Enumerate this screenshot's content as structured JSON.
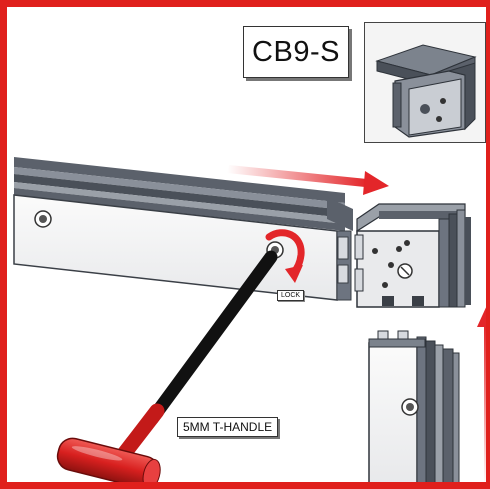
{
  "labels": {
    "model": "CB9-S",
    "lock": "LOCK",
    "tool": "5MM T-HANDLE"
  },
  "colors": {
    "frame_border": "#e0201c",
    "arrow": "#e3262a",
    "profile_dark": "#4a5059",
    "profile_mid": "#6d7480",
    "profile_light": "#c9cdd3",
    "handle_red": "#d8201f",
    "rod_black": "#111111"
  },
  "icons": {
    "arrow": "red-motion-arrow",
    "rotate": "curved-rotate-arrow",
    "screw": "screw-head"
  }
}
